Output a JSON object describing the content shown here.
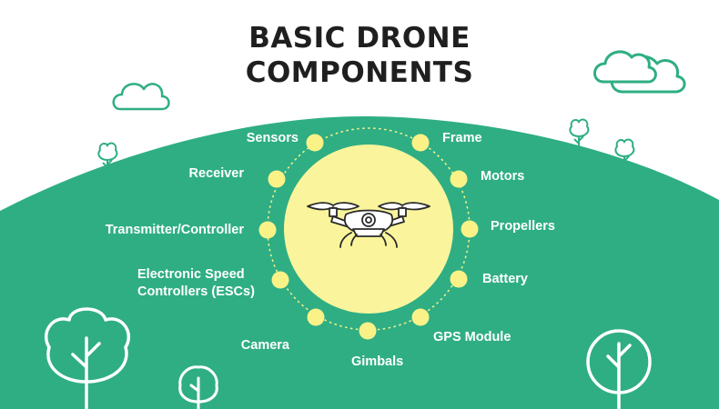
{
  "title": {
    "line1": "BASIC DRONE",
    "line2": "COMPONENTS"
  },
  "components": {
    "sensors": "Sensors",
    "receiver": "Receiver",
    "transmitter": "Transmitter/Controller",
    "esc_line1": "Electronic Speed",
    "esc_line2": "Controllers (ESCs)",
    "camera": "Camera",
    "gimbals": "Gimbals",
    "gps": "GPS Module",
    "battery": "Battery",
    "propellers": "Propellers",
    "motors": "Motors",
    "frame": "Frame"
  },
  "colors": {
    "hill": "#2fae84",
    "sun": "#faf59c",
    "node": "#faf287",
    "outline": "#2fae84",
    "title": "#1f1f1f"
  },
  "icons": [
    "drone-icon",
    "cloud-icon",
    "tree-icon"
  ]
}
